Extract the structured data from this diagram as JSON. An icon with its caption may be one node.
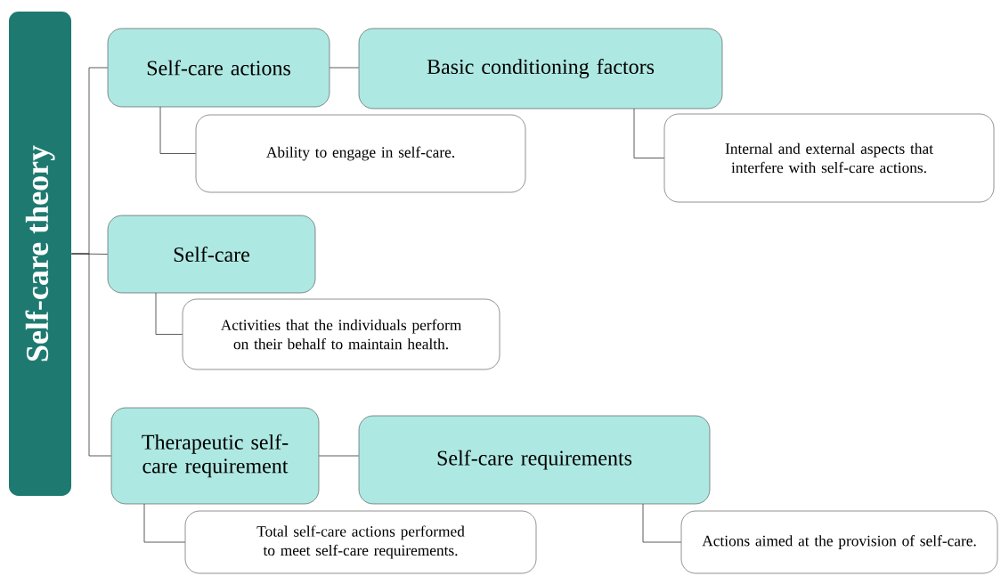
{
  "diagram": {
    "nodes": [
      {
        "text": [
          "Self-care theory"
        ]
      },
      {
        "text": [
          "Self-care actions"
        ]
      },
      {
        "text": [
          "Basic conditioning factors"
        ]
      },
      {
        "text": [
          "Ability to engage in self-care."
        ]
      },
      {
        "text": [
          "Internal and external aspects that interfere with self-care actions."
        ]
      },
      {
        "text": [
          "Self-care"
        ]
      },
      {
        "text": [
          "Activities that the individuals perform on their behalf to maintain health."
        ]
      },
      {
        "text": [
          "Therapeutic self-care requirement"
        ]
      },
      {
        "text": [
          "Self-care requirements"
        ]
      },
      {
        "text": [
          "Total self-care actions performed to meet self-care requirements."
        ]
      },
      {
        "text": [
          "Actions aimed at the provision of self-care."
        ]
      }
    ],
    "edges": [
      {
        "from": 0,
        "to": 1,
        "arrow": "none"
      },
      {
        "from": 0,
        "to": 5,
        "arrow": "none"
      },
      {
        "from": 0,
        "to": 7,
        "arrow": "none"
      },
      {
        "from": 1,
        "to": 2,
        "arrow": "none"
      },
      {
        "from": 1,
        "to": 3,
        "arrow": "none"
      },
      {
        "from": 2,
        "to": 4,
        "arrow": "none"
      },
      {
        "from": 5,
        "to": 6,
        "arrow": "none"
      },
      {
        "from": 7,
        "to": 8,
        "arrow": "none"
      },
      {
        "from": 7,
        "to": 9,
        "arrow": "none"
      },
      {
        "from": 8,
        "to": 10,
        "arrow": "none"
      }
    ]
  }
}
